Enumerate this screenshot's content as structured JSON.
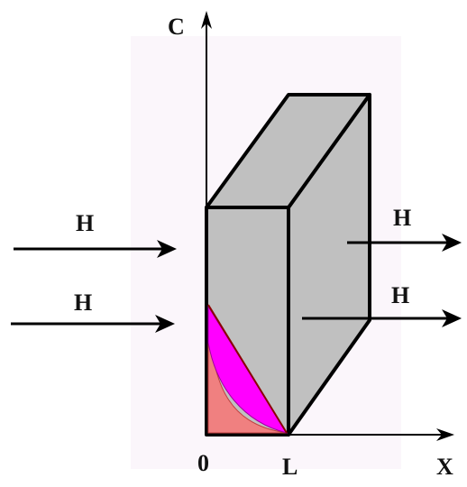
{
  "diagram": {
    "labels": {
      "c_axis": "C",
      "x_axis": "X",
      "origin": "0",
      "length": "L",
      "h_in_top": "H",
      "h_in_bottom": "H",
      "h_out_top": "H",
      "h_out_bottom": "H"
    },
    "colors": {
      "slab_face": "#c0c0c0",
      "slab_edge": "#000000",
      "profile_magenta": "#ff00ff",
      "profile_salmon": "#f08080",
      "background_tint": "#faf4fa"
    }
  }
}
